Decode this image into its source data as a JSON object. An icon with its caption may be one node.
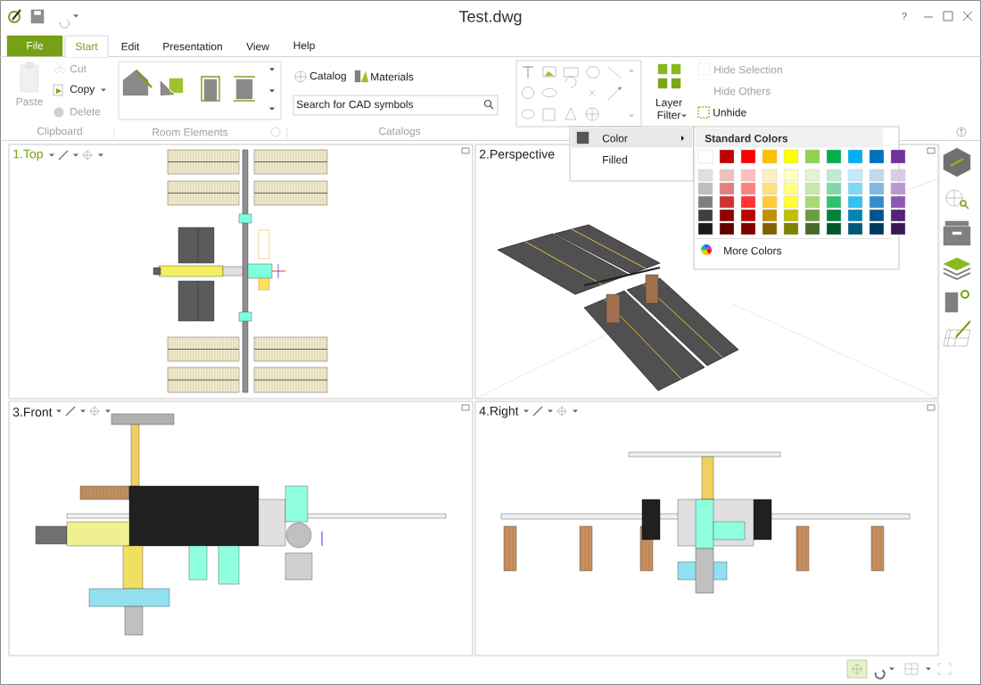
{
  "diagram": {
    "title": "Test.dwg",
    "nodes": [
      {
        "text": [
          "1.Top"
        ]
      },
      {
        "text": [
          "2.Perspective"
        ]
      },
      {
        "text": [
          "3.Front"
        ]
      },
      {
        "text": [
          "4.Right"
        ]
      }
    ],
    "labels": [
      "File",
      "Start",
      "Edit",
      "Presentation",
      "View",
      "Help",
      "Paste",
      "Cut",
      "Copy",
      "Delete",
      "Clipboard",
      "Room Elements",
      "Catalog",
      "Materials",
      "Search for CAD symbols",
      "Catalogs",
      "Layer Filter",
      "Hide Selection",
      "Hide Others",
      "Unhide",
      "Color",
      "Filled",
      "Standard Colors",
      "More Colors",
      "?"
    ]
  }
}
